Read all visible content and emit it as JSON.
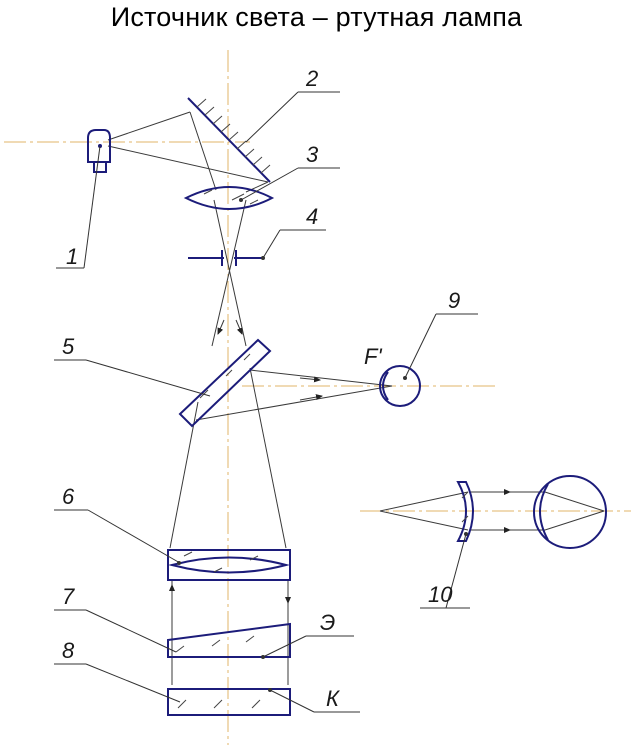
{
  "title": "Источник света – ртутная лампа",
  "labels": {
    "l1": "1",
    "l2": "2",
    "l3": "3",
    "l4": "4",
    "l5": "5",
    "l6": "6",
    "l7": "7",
    "l8": "8",
    "l9": "9",
    "l10": "10",
    "lE": "Э",
    "lK": "К",
    "lF": "F'"
  },
  "colors": {
    "optics": "#1c1c7a",
    "axis": "#e0b46a",
    "rays": "#3a3a3a"
  }
}
